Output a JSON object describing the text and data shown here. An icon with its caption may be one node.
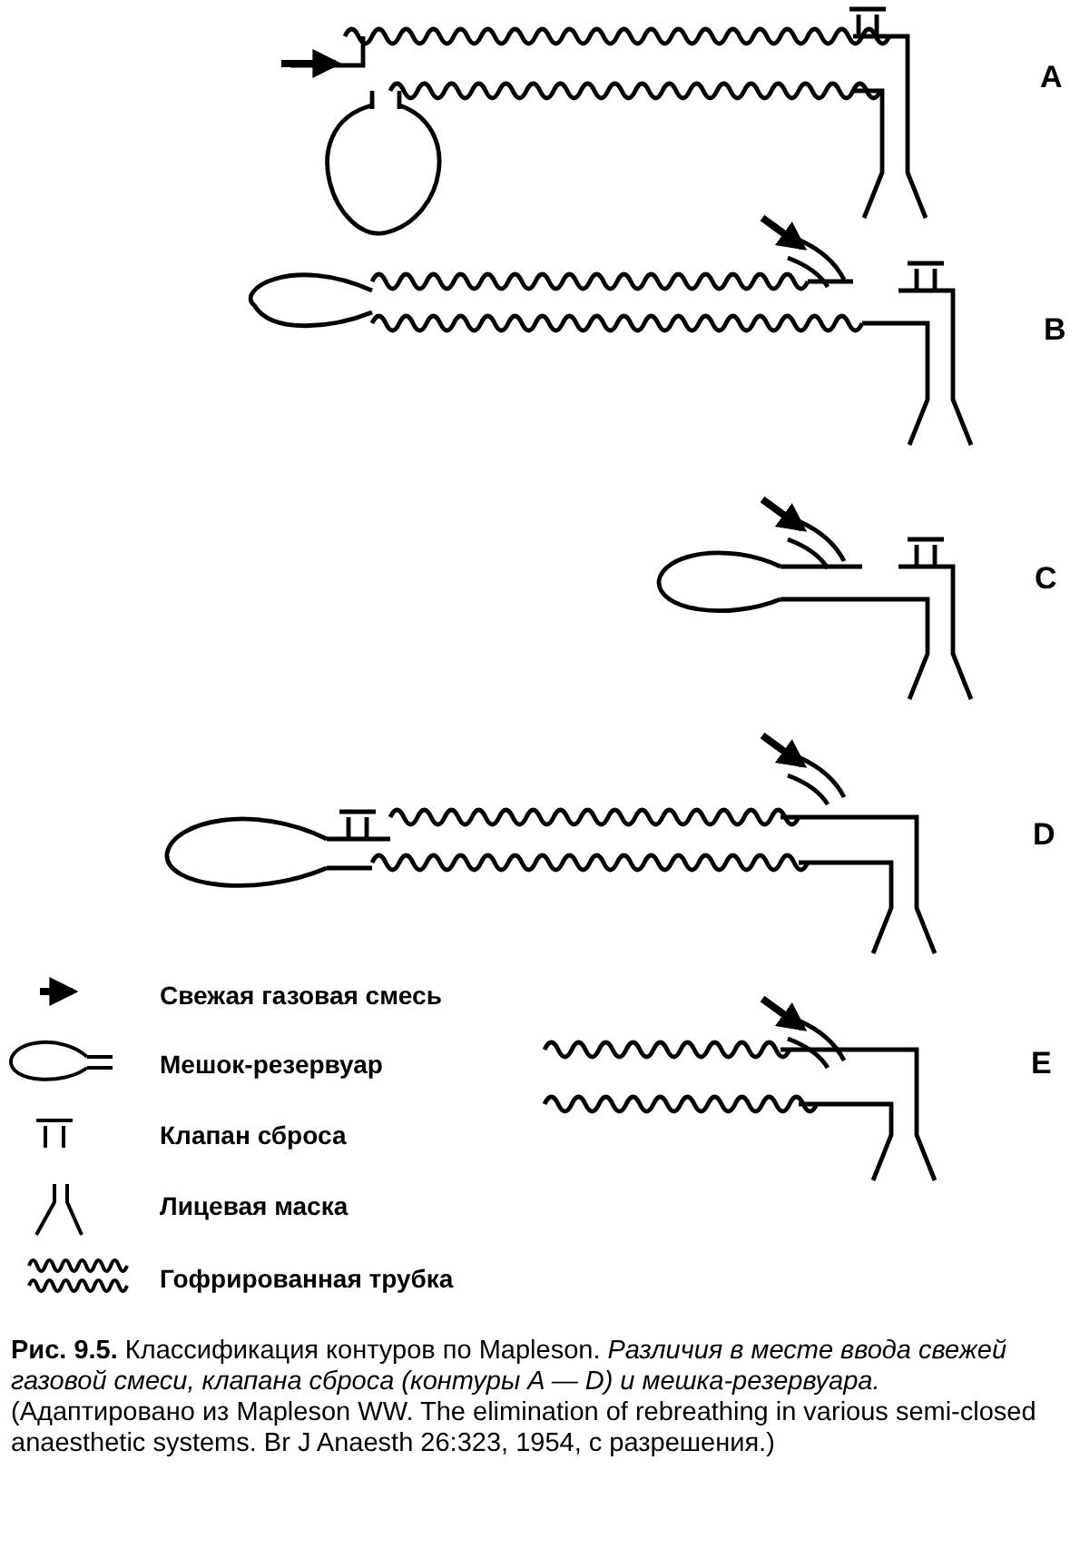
{
  "diagram": {
    "caption": "**Рис. 9.5.** Классификация контуров по Mapleson. *Различия в месте ввода свежей газовой смеси, клапана сброса (контуры A — D) и мешка-резервуара.* (Адаптировано из Mapleson WW. The elimination of rebreathing in various semi-closed anaesthetic systems. Br J Anaesth 26:323, 1954, с разрешения.)",
    "labels": [
      "A",
      "B",
      "C",
      "D",
      "E"
    ],
    "legend": [
      {
        "text": "Свежая газовая смесь"
      },
      {
        "text": "Мешок-резервуар"
      },
      {
        "text": "Клапан сброса"
      },
      {
        "text": "Лицевая маска"
      },
      {
        "text": "Гофрированная трубка"
      }
    ]
  }
}
